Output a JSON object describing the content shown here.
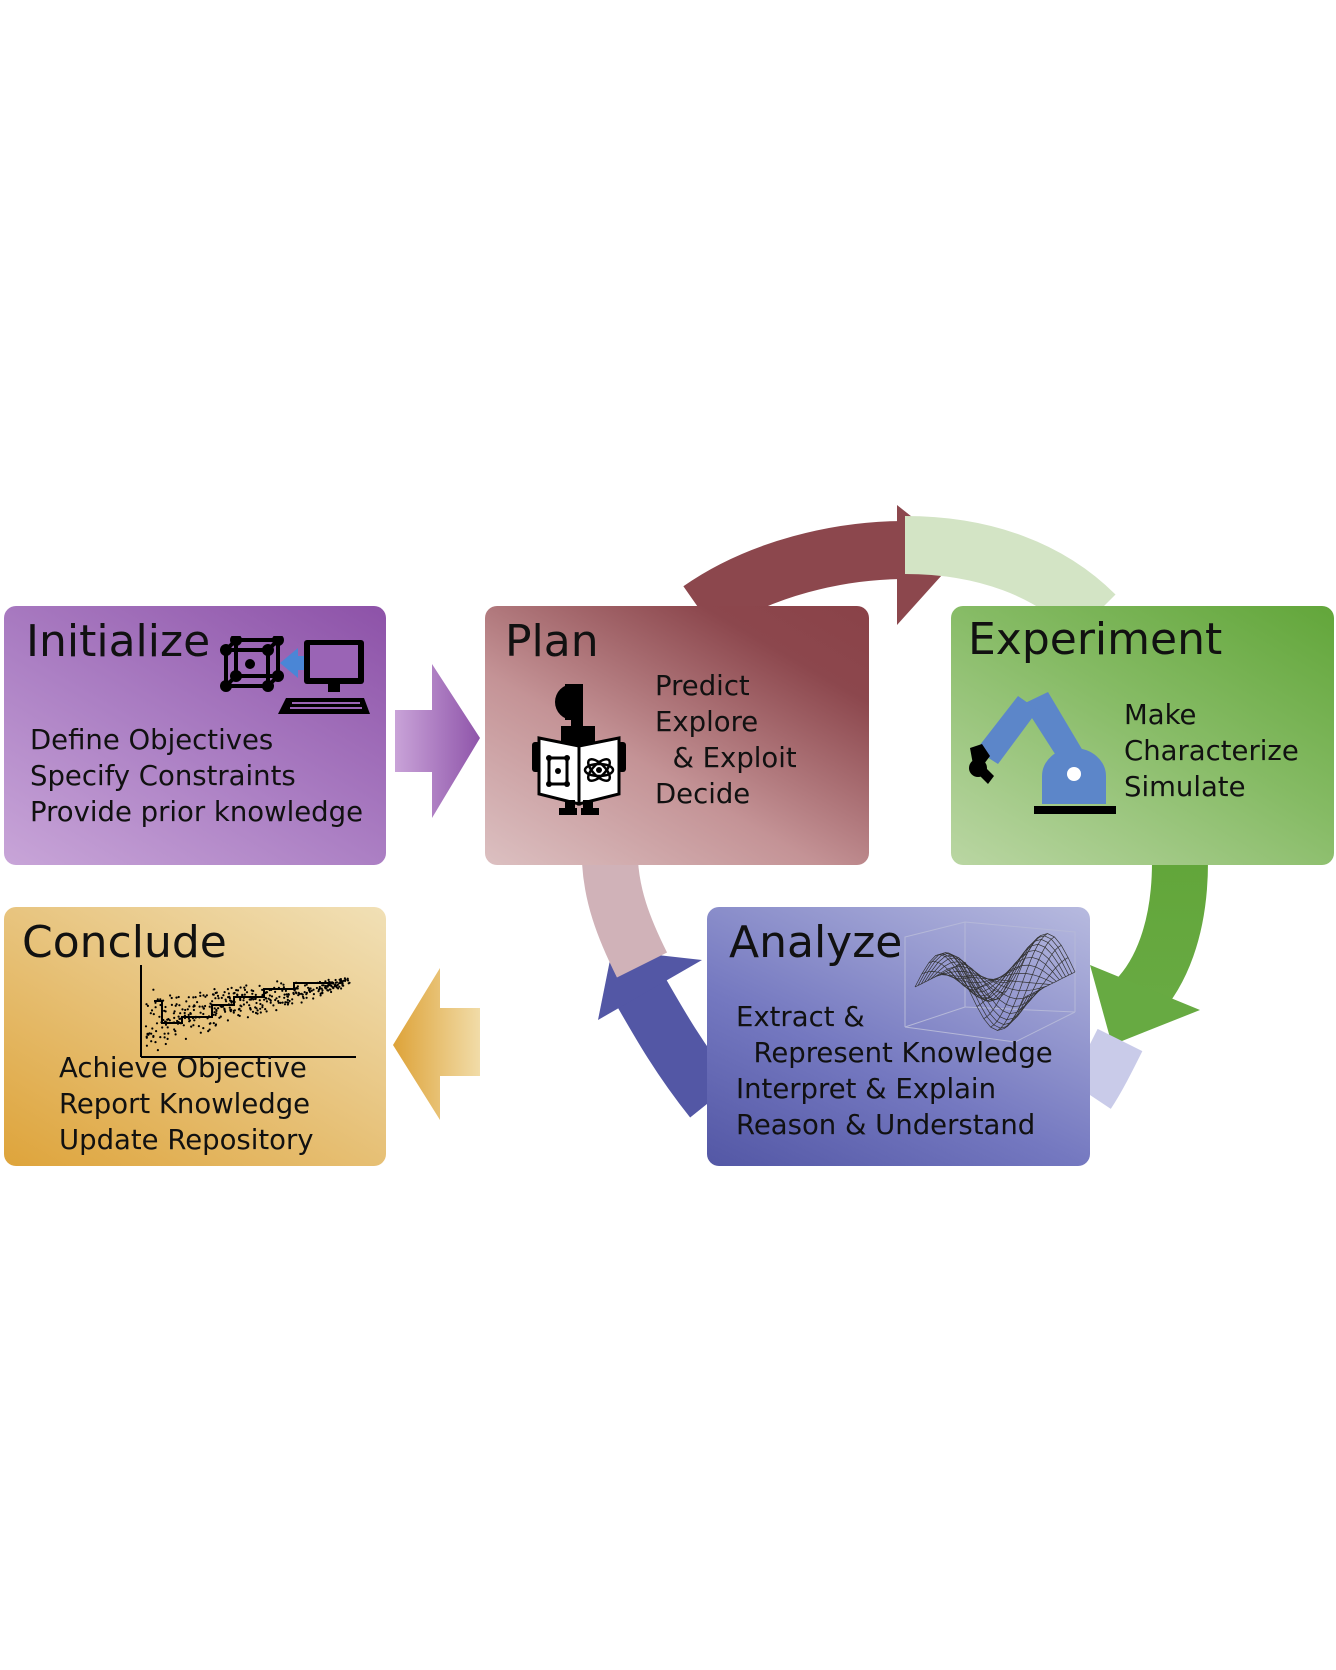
{
  "stages": {
    "initialize": {
      "title": "Initialize",
      "lines": [
        "Define Objectives",
        "Specify Constraints",
        "Provide prior knowledge"
      ]
    },
    "plan": {
      "title": "Plan",
      "lines": [
        "Predict",
        "Explore",
        "  & Exploit",
        "Decide"
      ]
    },
    "experiment": {
      "title": "Experiment",
      "lines": [
        "Make",
        "Characterize",
        "Simulate"
      ]
    },
    "analyze": {
      "title": "Analyze",
      "lines": [
        "Extract &",
        "  Represent Knowledge",
        "Interpret & Explain",
        "Reason & Understand"
      ]
    },
    "conclude": {
      "title": "Conclude",
      "lines": [
        "Achieve Objective",
        "Report Knowledge",
        "Update Repository"
      ]
    }
  },
  "colors": {
    "initialize": "#8d52a8",
    "plan": "#8c474d",
    "experiment": "#62a63a",
    "analyze": "#5357a5",
    "conclude": "#dea43b"
  },
  "icons": {
    "initialize": "computer-with-crystal-icon",
    "plan": "robot-reading-book-icon",
    "experiment": "robot-arm-icon",
    "analyze": "3d-surface-plot-icon",
    "conclude": "scatter-plot-icon"
  }
}
